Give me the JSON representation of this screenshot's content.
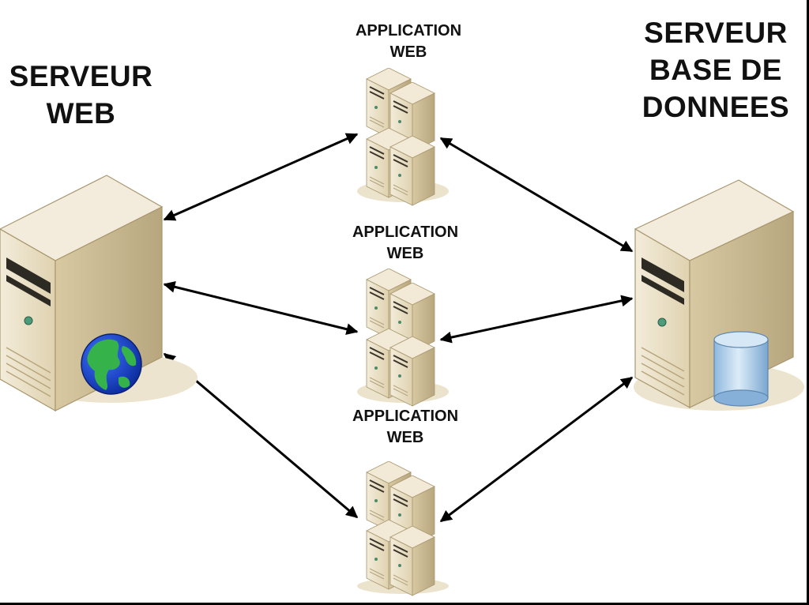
{
  "nodes": {
    "web_server": {
      "label": "SERVEUR\nWEB"
    },
    "app_server_1": {
      "label": "APPLICATION\nWEB"
    },
    "app_server_2": {
      "label": "APPLICATION\nWEB"
    },
    "app_server_3": {
      "label": "APPLICATION\nWEB"
    },
    "db_server": {
      "label": "SERVEUR\nBASE DE\nDONNEES"
    }
  },
  "edges": [
    {
      "from": "web_server",
      "to": "app_server_1",
      "direction": "bidirectional"
    },
    {
      "from": "web_server",
      "to": "app_server_2",
      "direction": "bidirectional"
    },
    {
      "from": "web_server",
      "to": "app_server_3",
      "direction": "bidirectional"
    },
    {
      "from": "app_server_1",
      "to": "db_server",
      "direction": "bidirectional"
    },
    {
      "from": "app_server_2",
      "to": "db_server",
      "direction": "bidirectional"
    },
    {
      "from": "app_server_3",
      "to": "db_server",
      "direction": "bidirectional"
    }
  ],
  "icons": {
    "web_server": "server-tower-icon",
    "globe": "globe-icon",
    "app_server": "server-cluster-icon",
    "db_server": "server-tower-icon",
    "database": "database-cylinder-icon"
  },
  "colors": {
    "server_front": "#e9dfc6",
    "server_side": "#c9b993",
    "server_top": "#f3ecdc",
    "shadow": "#ece3cd",
    "globe_ocean": "#1746c8",
    "globe_land": "#36b24a",
    "database": "#a9cdea",
    "arrow": "#000000"
  }
}
